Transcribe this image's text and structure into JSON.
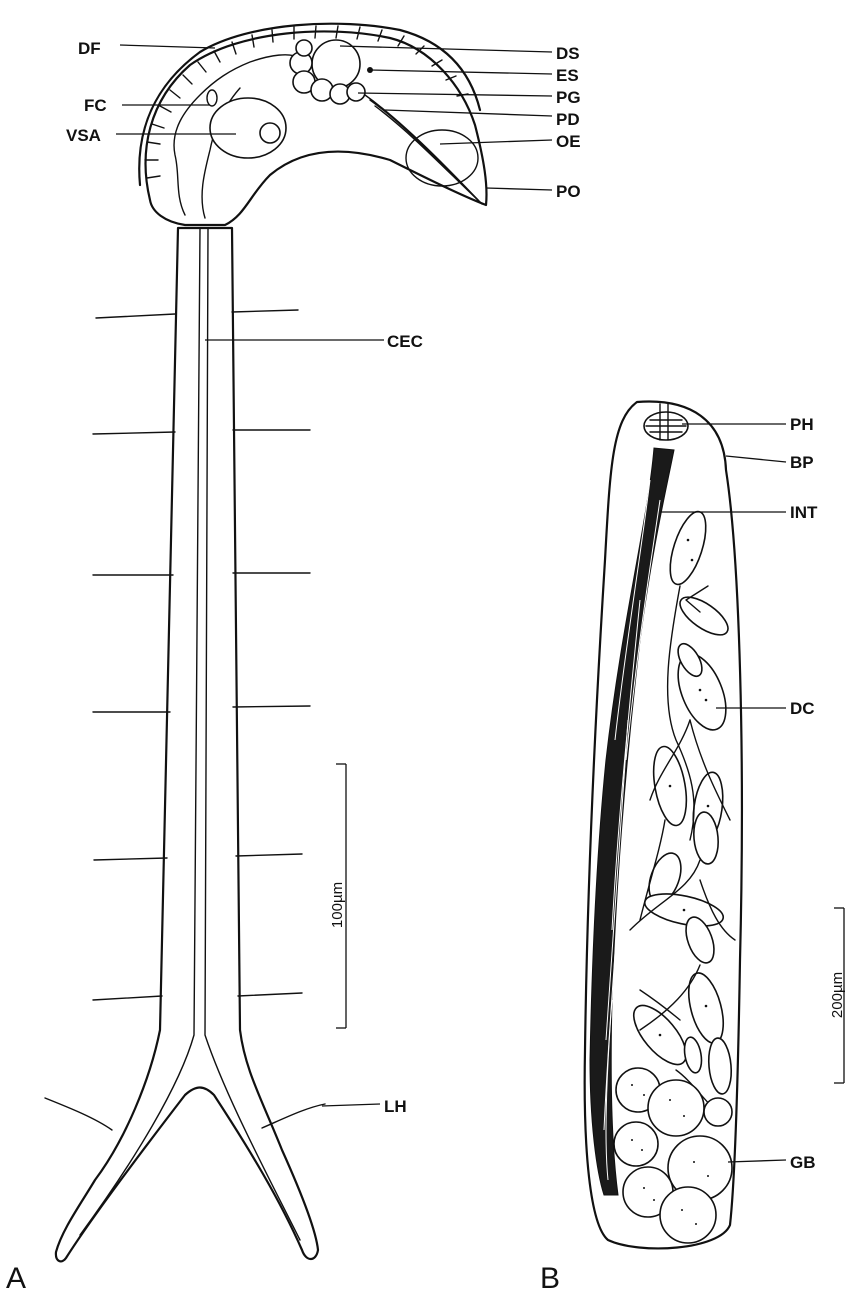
{
  "figure_a": {
    "panel_label": "A",
    "labels": {
      "df": "DF",
      "fc": "FC",
      "vsa": "VSA",
      "ds": "DS",
      "es": "ES",
      "pg": "PG",
      "pd": "PD",
      "oe": "OE",
      "po": "PO",
      "cec": "CEC",
      "lh": "LH"
    },
    "scale_bar": "100µm"
  },
  "figure_b": {
    "panel_label": "B",
    "labels": {
      "ph": "PH",
      "bp": "BP",
      "int": "INT",
      "dc": "DC",
      "gb": "GB"
    },
    "scale_bar": "200µm"
  }
}
